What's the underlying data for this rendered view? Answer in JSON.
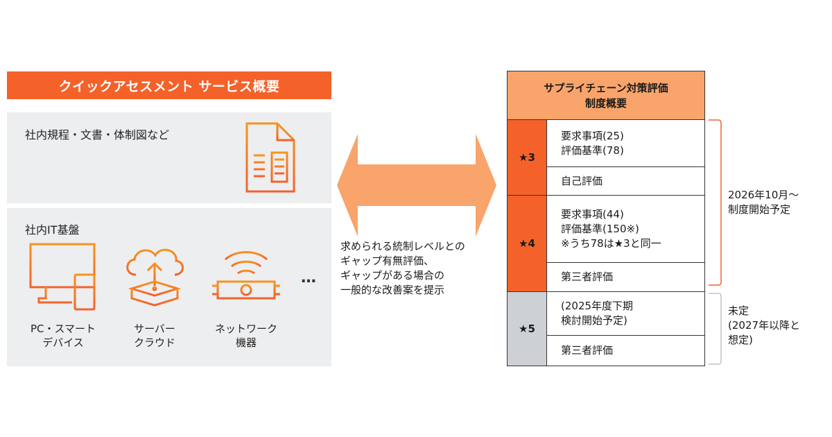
{
  "left_header": "クイックアセスメント サービス概要",
  "panel_docs": {
    "title": "社内規程・文書・体制図など",
    "icon": "document-icon"
  },
  "panel_it": {
    "title": "社内IT基盤",
    "devices": [
      {
        "label": "PC・スマート\nデバイス",
        "icon": "pc-smartphone-icon"
      },
      {
        "label": "サーバー\nクラウド",
        "icon": "server-cloud-icon"
      },
      {
        "label": "ネットワーク\n機器",
        "icon": "network-device-icon"
      }
    ],
    "more": "…"
  },
  "middle_text": "求められる統制レベルとの\nギャップ有無評価、\nギャップがある場合の\n一般的な改善案を提示",
  "right_table": {
    "title": "サプライチェーン対策評価\n制度概要",
    "levels": [
      {
        "star": "★3",
        "requirements": "要求事項(25)\n評価基準(78)",
        "evaluation": "自己評価"
      },
      {
        "star": "★4",
        "requirements": "要求事項(44)\n評価基準(150※)\n※うち78は★3と同一",
        "evaluation": "第三者評価"
      },
      {
        "star": "★5",
        "requirements": "(2025年度下期\n検討開始予定)",
        "evaluation": "第三者評価"
      }
    ]
  },
  "notes": {
    "start": "2026年10月～\n制度開始予定",
    "undecided": "未定\n(2027年以降と\n想定)"
  },
  "colors": {
    "accent": "#f4622a",
    "accent_light": "#f8a46b",
    "panel_bg": "#edeef0",
    "gray_cell": "#cdd1d6"
  }
}
